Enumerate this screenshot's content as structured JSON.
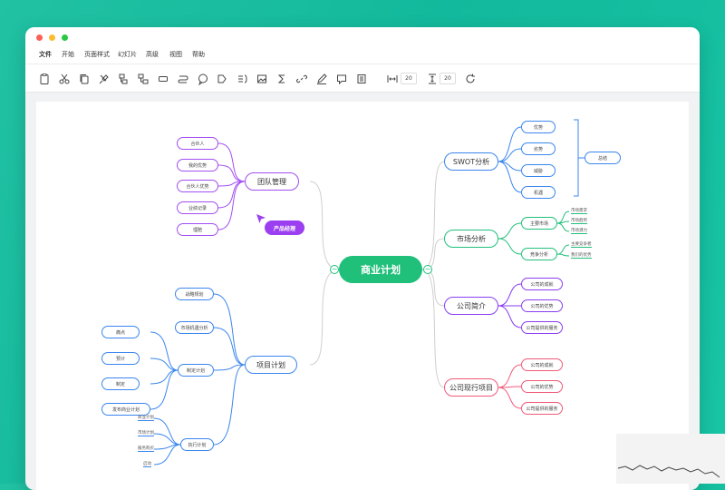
{
  "menu": [
    "文件",
    "开始",
    "页面样式",
    "幻灯片",
    "高级",
    "视图",
    "帮助"
  ],
  "toolbar": {
    "icons": [
      "clipboard-icon",
      "scissors-icon",
      "copy-icon",
      "format-painter-icon",
      "subtopic-icon",
      "subtopic-alt-icon",
      "box-icon",
      "relation-icon",
      "callout-icon",
      "label-icon",
      "summary-icon",
      "image-icon",
      "formula-icon",
      "link-icon",
      "pen-icon",
      "comment-icon",
      "outline-icon"
    ],
    "h_spacing_value": "20",
    "v_spacing_value": "20"
  },
  "central": "商业计划",
  "badge": "产品经理",
  "branches": {
    "team": {
      "label": "团队管理",
      "color": "#a24ef1",
      "children": [
        "合伙人",
        "我的优势",
        "合伙人优势",
        "业绩记录",
        "理赔"
      ]
    },
    "project": {
      "label": "项目计划",
      "color": "#3a86ee",
      "children": [
        "战略规划",
        "市场机遇分析",
        "制定计划",
        "执行计划"
      ],
      "plan_children": [
        "痛点",
        "预计",
        "制定",
        "发布商业计划"
      ],
      "exec_children": [
        "商业计划",
        "市场计划",
        "服务购买",
        "启动"
      ]
    },
    "swot": {
      "label": "SWOT分析",
      "color": "#3a86ee",
      "children": [
        "优势",
        "劣势",
        "威胁",
        "机遇"
      ],
      "summary": "总结"
    },
    "market": {
      "label": "市场分析",
      "color": "#20bf7a",
      "children": [
        "主要市场",
        "竞争分析"
      ],
      "main_market": [
        "市场需求",
        "市场趋势",
        "市场潜力"
      ],
      "competition": [
        "主要竞争者",
        "我们的优势"
      ]
    },
    "intro": {
      "label": "公司简介",
      "color": "#8a3ef2",
      "children": [
        "公司的成就",
        "公司的优势",
        "公司提供的服务"
      ]
    },
    "current": {
      "label": "公司现行项目",
      "color": "#f05a7a",
      "children": [
        "公司的成就",
        "公司的优势",
        "公司提供的服务"
      ]
    }
  }
}
